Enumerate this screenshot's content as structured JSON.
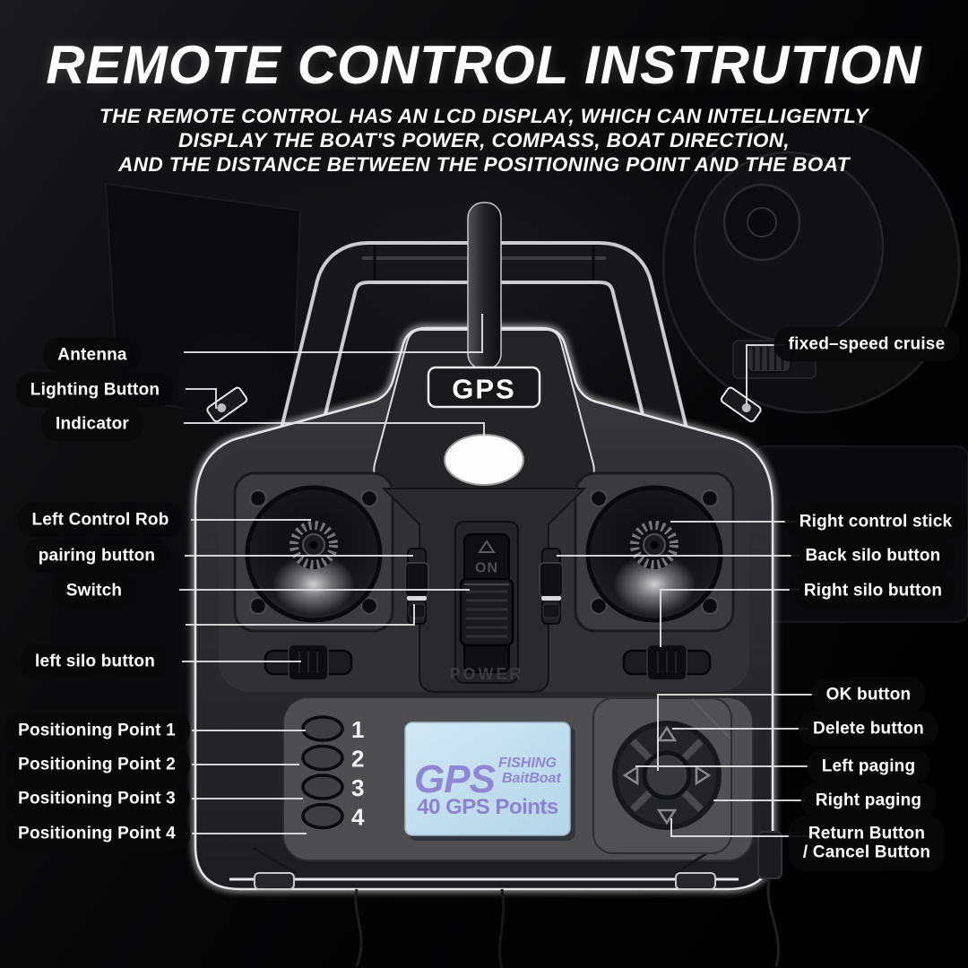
{
  "header": {
    "title": "REMOTE CONTROL INSTRUTION",
    "subtitle_lines": [
      "THE REMOTE CONTROL HAS AN LCD DISPLAY, WHICH CAN INTELLIGENTLY",
      "DISPLAY THE BOAT'S POWER, COMPASS, BOAT DIRECTION,",
      "AND THE DISTANCE BETWEEN THE POSITIONING POINT AND THE BOAT"
    ]
  },
  "remote": {
    "gps_plate_label": "GPS",
    "power_switch": {
      "on_label": "ON",
      "power_label": "POWER"
    },
    "memory_buttons": [
      "1",
      "2",
      "3",
      "4"
    ],
    "lcd": {
      "brand_main": "GPS",
      "brand_sub_top": "FISHING",
      "brand_sub_bottom": "BaitBoat",
      "tagline": "40 GPS Points"
    }
  },
  "callouts": {
    "left": [
      {
        "id": "antenna",
        "text": "Antenna"
      },
      {
        "id": "lighting-button",
        "text": "Lighting Button"
      },
      {
        "id": "indicator",
        "text": "Indicator"
      },
      {
        "id": "left-control-rob",
        "text": "Left Control Rob"
      },
      {
        "id": "pairing-button",
        "text": "pairing button"
      },
      {
        "id": "switch",
        "text": "Switch"
      },
      {
        "id": "left-silo-button",
        "text": "left silo button"
      },
      {
        "id": "positioning-point-1",
        "text": "Positioning Point 1"
      },
      {
        "id": "positioning-point-2",
        "text": "Positioning Point 2"
      },
      {
        "id": "positioning-point-3",
        "text": "Positioning Point 3"
      },
      {
        "id": "positioning-point-4",
        "text": "Positioning Point 4"
      }
    ],
    "right": [
      {
        "id": "fixed-speed-cruise",
        "text": "fixed–speed cruise"
      },
      {
        "id": "right-control-stick",
        "text": "Right control stick"
      },
      {
        "id": "back-silo-button",
        "text": "Back silo button"
      },
      {
        "id": "right-silo-button",
        "text": "Right silo button"
      },
      {
        "id": "ok-button",
        "text": "OK button"
      },
      {
        "id": "delete-button",
        "text": "Delete button"
      },
      {
        "id": "left-paging",
        "text": "Left paging"
      },
      {
        "id": "right-paging",
        "text": "Right paging"
      },
      {
        "id": "return-cancel-button",
        "text": "Return Button",
        "text_line2": "/ Cancel Button"
      }
    ]
  },
  "colors": {
    "background": "#000000",
    "label_text": "#ffffff",
    "label_pill": "#0a0a0a",
    "callout_line": "#e3e3e3",
    "body_outline": "#e6e6e8",
    "lcd_background": "#c3dfee",
    "lcd_text": "#9186d4"
  }
}
